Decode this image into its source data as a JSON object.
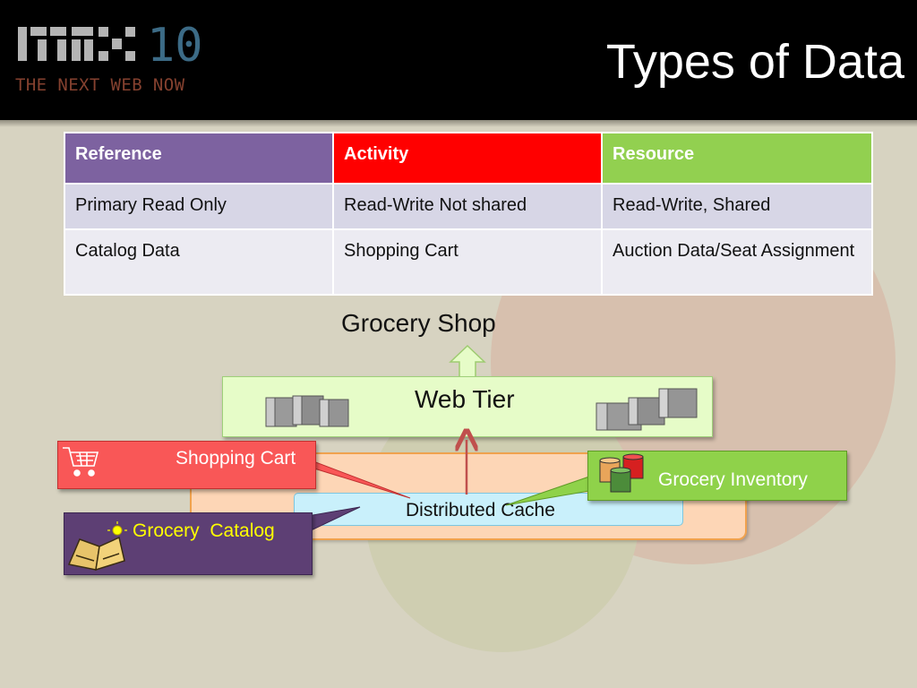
{
  "header": {
    "logo_text": "MIX10",
    "tagline": "THE NEXT WEB NOW",
    "title": "Types of Data"
  },
  "table": {
    "headers": [
      "Reference",
      "Activity",
      "Resource"
    ],
    "header_colors": [
      "#7d62a0",
      "#ff0000",
      "#92d050"
    ],
    "rows": [
      [
        "Primary Read Only",
        "Read-Write Not shared",
        "Read-Write, Shared"
      ],
      [
        "Catalog Data",
        "Shopping Cart",
        "Auction Data/Seat Assignment"
      ]
    ]
  },
  "diagram": {
    "top_label": "Grocery Shop",
    "web_tier": "Web Tier",
    "cache": "Distributed Cache",
    "callouts": {
      "shopping_cart": "Shopping Cart",
      "grocery_inventory": "Grocery Inventory",
      "grocery_catalog": "Grocery  Catalog"
    }
  },
  "colors": {
    "header_bg": "#000000",
    "logo_gray": "#b3b3b3",
    "logo_blue": "#3c6b86",
    "tagline": "#85412f",
    "web_tier_fill": "#e6fcc8",
    "cache_fill": "#c9f0fb",
    "cart_fill": "#f95757",
    "inventory_fill": "#8fd24a",
    "catalog_fill": "#5d3f74",
    "catalog_text": "#ffff00"
  }
}
